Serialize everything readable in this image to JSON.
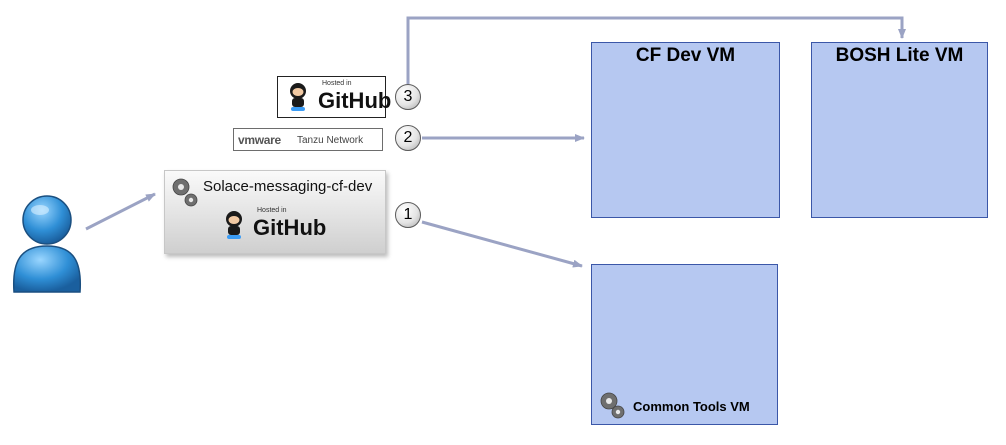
{
  "vms": {
    "cf_dev": "CF Dev VM",
    "bosh_lite": "BOSH Lite VM",
    "common_tools": "Common Tools VM"
  },
  "repo": {
    "name": "Solace-messaging-cf-dev",
    "hosted_in": "Hosted in",
    "github": "GitHub"
  },
  "github_logo": {
    "hosted_in": "Hosted in",
    "github": "GitHub"
  },
  "tanzu": {
    "vmware": "vmware",
    "network": "Tanzu Network"
  },
  "steps": [
    "1",
    "2",
    "3"
  ],
  "colors": {
    "vm_fill": "#b6c8f1",
    "vm_border": "#3b57a8",
    "arrow": "#9ba3c4",
    "user": "#2f8fd6"
  },
  "icons": [
    "user-icon",
    "gear-icon",
    "octocat-icon"
  ]
}
